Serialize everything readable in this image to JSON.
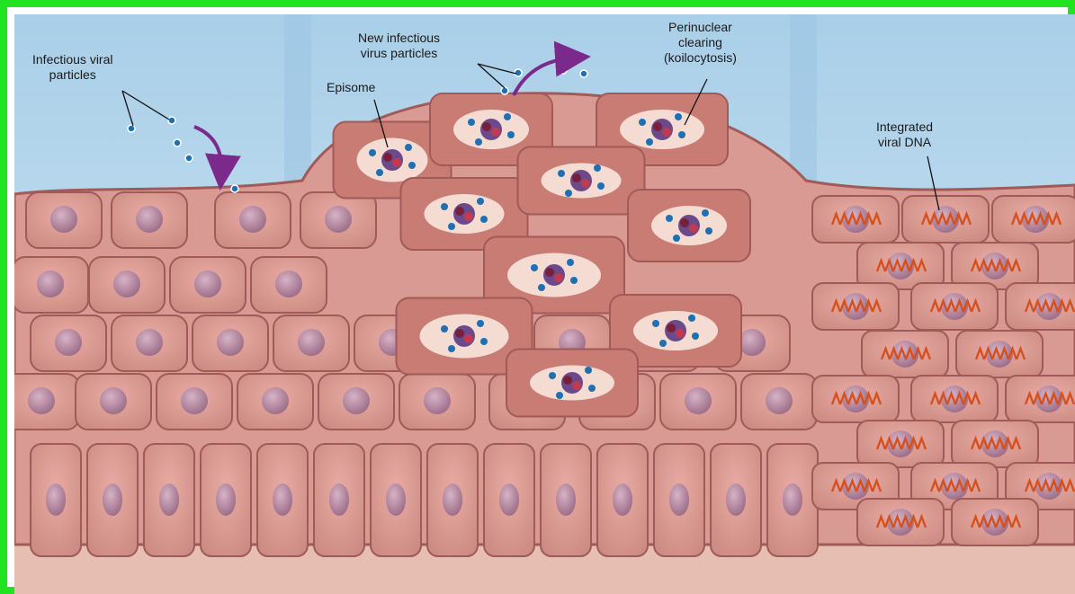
{
  "labels": {
    "infectious": [
      "Infectious viral",
      "particles"
    ],
    "episome": "Episome",
    "new_particles": [
      "New infectious",
      "virus particles"
    ],
    "perinuclear": [
      "Perinuclear",
      "clearing",
      "(koilocytosis)"
    ],
    "integrated": [
      "Integrated",
      "viral DNA"
    ]
  },
  "colors": {
    "frame": "#22e322",
    "sky_top": "#a9cfe8",
    "sky_bottom": "#d5e8f5",
    "cell_fill": "#d99a93",
    "cell_border": "#a05a58",
    "nucleus": "#b07e98",
    "infected_cell": "#c97c74",
    "clearing": "#f4dcd3",
    "virus": "#1f6fb3",
    "episome": "#7a1f3a",
    "arrow": "#7b2a8c",
    "dna": "#d6501e"
  }
}
